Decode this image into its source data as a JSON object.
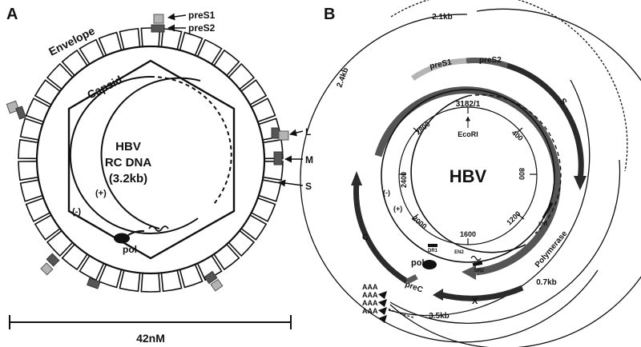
{
  "panel_a": {
    "letter": "A",
    "label_presl": "preS1",
    "label_pres2": "preS2",
    "label_envelope": "Envelope",
    "label_capsid": "Capsid",
    "label_l": "L",
    "label_m": "M",
    "label_s": "S",
    "title_line1": "HBV",
    "title_line2": "RC DNA",
    "title_line3": "(3.2kb)",
    "plus_strand": "(+)",
    "minus_strand": "(-)",
    "pol": "pol",
    "scale_label": "42nM"
  },
  "panel_b": {
    "letter": "B",
    "center": "HBV",
    "ecori": "EcoRI",
    "pos_3182": "3182/1",
    "ticks": [
      "400",
      "800",
      "1200",
      "1600",
      "2000",
      "2400",
      "2800"
    ],
    "pres1": "preS1",
    "pres2": "preS2",
    "s": "S",
    "polymerase": "Polymerase",
    "x": "X",
    "c": "C",
    "prec": "preC",
    "pol": "pol",
    "minus": "(-)",
    "plus": "(+)",
    "dr1": "DR1",
    "dr2": "DR2",
    "en2": "EN2",
    "en1": "EN1",
    "t_21": "2.1kb",
    "t_24": "2.4kb",
    "t_07": "0.7kb",
    "t_35": "3.5kb",
    "aaa": [
      "AAA",
      "AAA",
      "AAA",
      "AAA"
    ]
  },
  "colors": {
    "dark": "#2b2b2b",
    "mid": "#5a5a5a",
    "light": "#b4b4b4",
    "line": "#111111"
  }
}
